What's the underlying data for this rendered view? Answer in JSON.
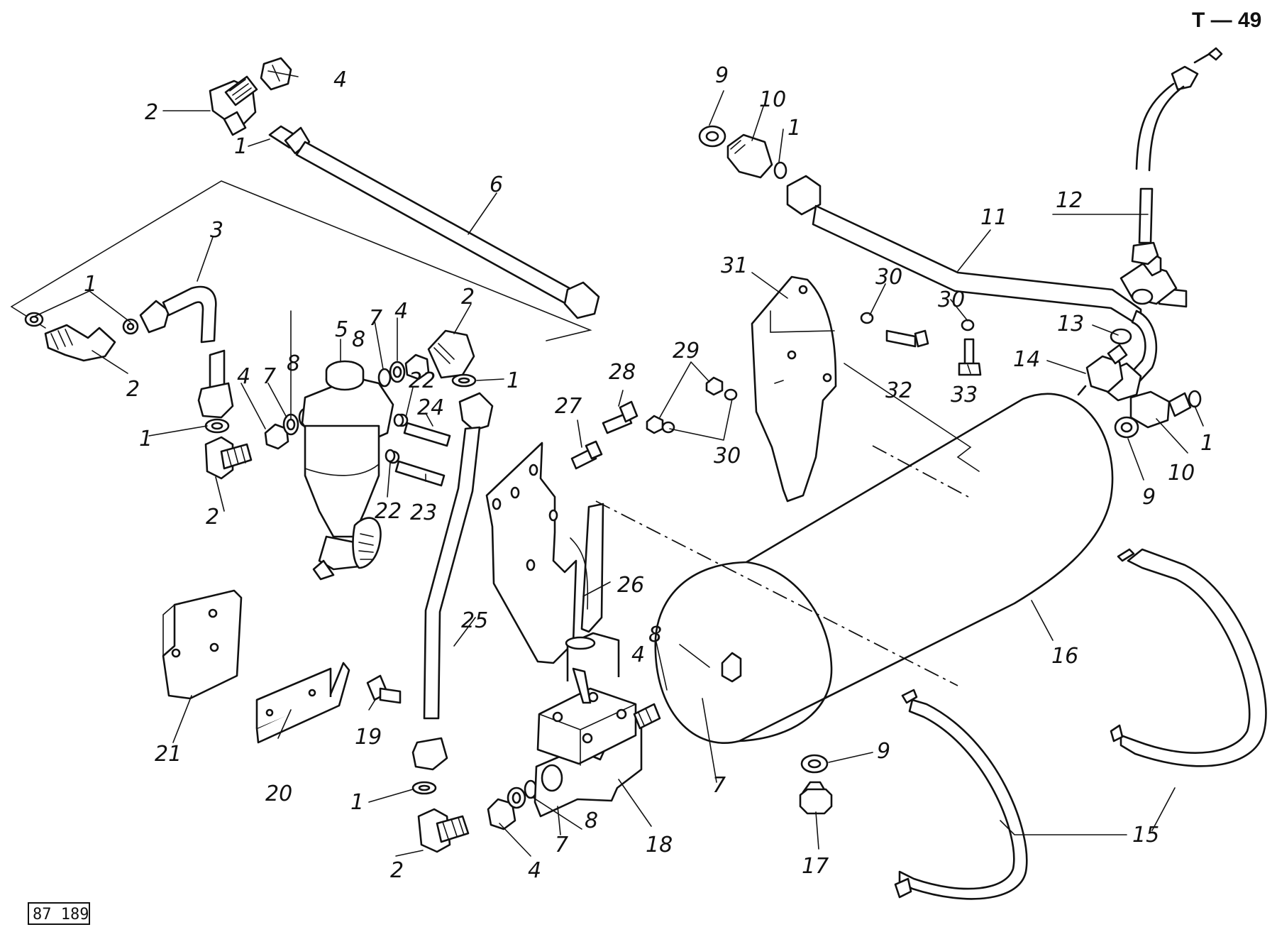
{
  "sheet": {
    "number": "T — 49",
    "drawing_ref": "87 189"
  },
  "callouts": [
    {
      "text": "2"
    },
    {
      "text": "4"
    },
    {
      "text": "1"
    },
    {
      "text": "6"
    },
    {
      "text": "3"
    },
    {
      "text": "1"
    },
    {
      "text": "2"
    },
    {
      "text": "5"
    },
    {
      "text": "8"
    },
    {
      "text": "7"
    },
    {
      "text": "4"
    },
    {
      "text": "2"
    },
    {
      "text": "4"
    },
    {
      "text": "7"
    },
    {
      "text": "8"
    },
    {
      "text": "22"
    },
    {
      "text": "1"
    },
    {
      "text": "24"
    },
    {
      "text": "1"
    },
    {
      "text": "22"
    },
    {
      "text": "23"
    },
    {
      "text": "2"
    },
    {
      "text": "28"
    },
    {
      "text": "27"
    },
    {
      "text": "29"
    },
    {
      "text": "30"
    },
    {
      "text": "25"
    },
    {
      "text": "26"
    },
    {
      "text": "21"
    },
    {
      "text": "20"
    },
    {
      "text": "19"
    },
    {
      "text": "1"
    },
    {
      "text": "2"
    },
    {
      "text": "4"
    },
    {
      "text": "7"
    },
    {
      "text": "8"
    },
    {
      "text": "18"
    },
    {
      "text": "8"
    },
    {
      "text": "4"
    },
    {
      "text": "7"
    },
    {
      "text": "9"
    },
    {
      "text": "10"
    },
    {
      "text": "1"
    },
    {
      "text": "11"
    },
    {
      "text": "12"
    },
    {
      "text": "31"
    },
    {
      "text": "30"
    },
    {
      "text": "32"
    },
    {
      "text": "30"
    },
    {
      "text": "33"
    },
    {
      "text": "13"
    },
    {
      "text": "14"
    },
    {
      "text": "1"
    },
    {
      "text": "10"
    },
    {
      "text": "9"
    },
    {
      "text": "16"
    },
    {
      "text": "9"
    },
    {
      "text": "17"
    },
    {
      "text": "15"
    }
  ]
}
